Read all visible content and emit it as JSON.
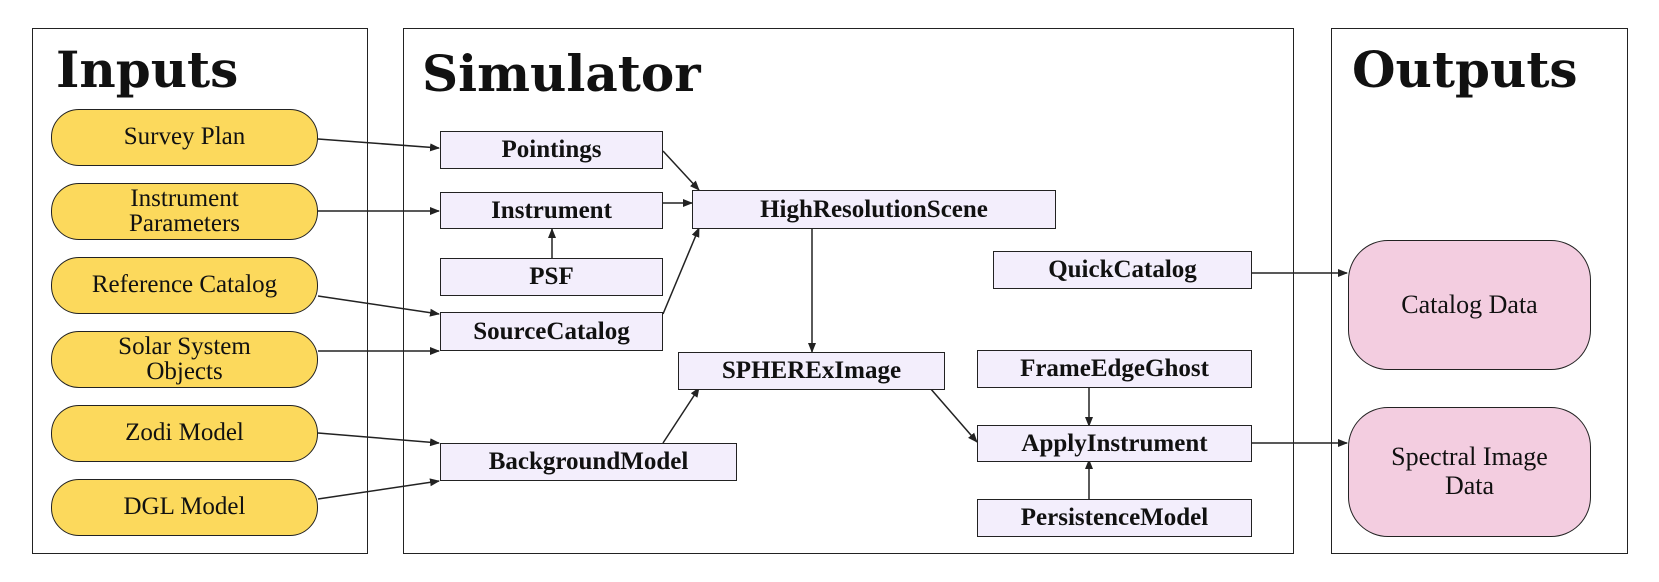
{
  "panels": {
    "inputs": "Inputs",
    "simulator": "Simulator",
    "outputs": "Outputs"
  },
  "inputs": {
    "survey_plan": "Survey Plan",
    "instrument_parameters": "Instrument\nParameters",
    "reference_catalog": "Reference Catalog",
    "solar_system_objects": "Solar System\nObjects",
    "zodi_model": "Zodi Model",
    "dgl_model": "DGL Model"
  },
  "modules": {
    "pointings": "Pointings",
    "instrument": "Instrument",
    "psf": "PSF",
    "source_catalog": "SourceCatalog",
    "background_model": "BackgroundModel",
    "high_resolution_scene": "HighResolutionScene",
    "spherex_image": "SPHERExImage",
    "quick_catalog": "QuickCatalog",
    "frame_edge_ghost": "FrameEdgeGhost",
    "apply_instrument": "ApplyInstrument",
    "persistence_model": "PersistenceModel"
  },
  "outputs": {
    "catalog_data": "Catalog Data",
    "spectral_image_data": "Spectral Image\nData"
  },
  "colors": {
    "input_fill": "#fcd95c",
    "module_fill": "#f3eefc",
    "output_fill": "#f3cde0",
    "stroke": "#222222"
  }
}
